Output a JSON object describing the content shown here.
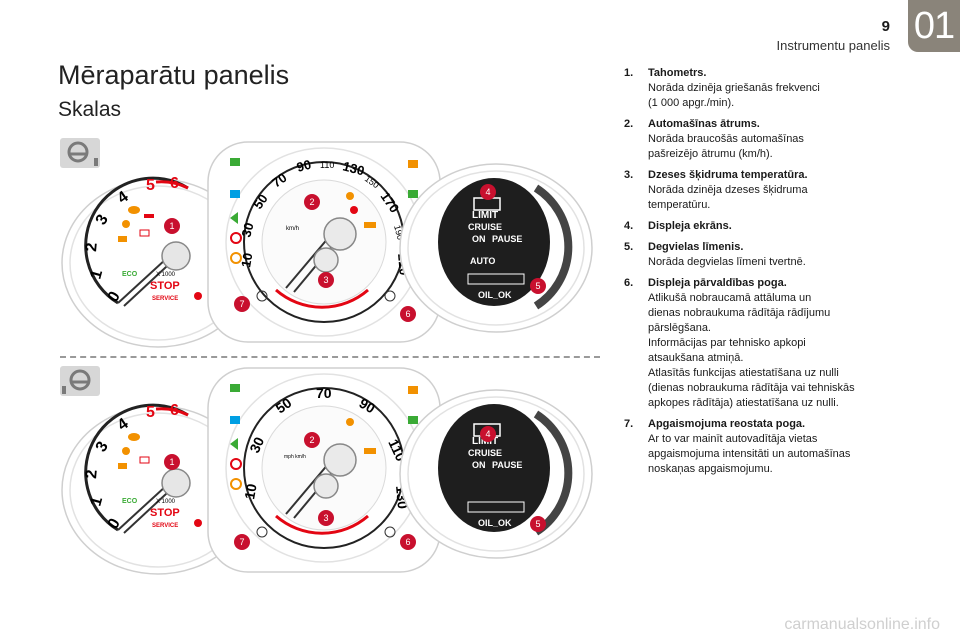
{
  "header": {
    "page_number": "9",
    "section": "Instrumentu panelis",
    "chapter": "01"
  },
  "main": {
    "title": "Mēraparātu panelis",
    "subtitle": "Skalas"
  },
  "legend": [
    {
      "num": "1.",
      "title": "Tahometrs.",
      "desc": "Norāda dzinēja griešanās frekvenci\n(1 000 apgr./min)."
    },
    {
      "num": "2.",
      "title": "Automašīnas ātrums.",
      "desc": "Norāda braucošās automašīnas\npašreizējo ātrumu (km/h)."
    },
    {
      "num": "3.",
      "title": "Dzeses šķidruma temperatūra.",
      "desc": "Norāda dzinēja dzeses šķidruma\ntemperatūru."
    },
    {
      "num": "4.",
      "title": "Displeja ekrāns.",
      "desc": ""
    },
    {
      "num": "5.",
      "title": "Degvielas līmenis.",
      "desc": "Norāda degvielas līmeni tvertnē."
    },
    {
      "num": "6.",
      "title": "Displeja pārvaldības poga.",
      "desc": "Atlikušā nobraucamā attāluma un\ndienas nobraukuma rādītāja rādījumu\npārslēgšana.\nInformācijas par tehnisko apkopi\natsaukšana atmiņā.\nAtlasītās funkcijas atiestatīšana uz nulli\n(dienas nobraukuma rādītāja vai tehniskās\napkopes rādītāja) atiestatīšana uz nulli."
    },
    {
      "num": "7.",
      "title": "Apgaismojuma reostata poga.",
      "desc": "Ar to var mainīt autovadītāja vietas\napgaismojuma intensitāti un automašīnas\nnoskaņas apgaismojumu."
    }
  ],
  "figure_top": {
    "tacho_ticks": [
      "0",
      "1",
      "2",
      "3",
      "4",
      "5",
      "6"
    ],
    "tacho_multiplier": "X 1000",
    "stop_label": "STOP",
    "service_label": "SERVICE",
    "eco_label": "ECO",
    "speed_ticks": [
      "10",
      "30",
      "50",
      "70",
      "90",
      "110",
      "130",
      "150",
      "170",
      "190",
      "210"
    ],
    "speed_unit": "km/h",
    "display_lines": [
      "LIMIT",
      "CRUISE",
      "ON",
      "PAUSE",
      "AUTO",
      "OIL_OK"
    ],
    "callouts": [
      "1",
      "2",
      "3",
      "4",
      "5",
      "6",
      "7"
    ]
  },
  "figure_bottom": {
    "tacho_ticks": [
      "0",
      "1",
      "2",
      "3",
      "4",
      "5",
      "6"
    ],
    "tacho_multiplier": "X 1000",
    "stop_label": "STOP",
    "service_label": "SERVICE",
    "eco_label": "ECO",
    "speed_ticks": [
      "10",
      "30",
      "50",
      "70",
      "90",
      "110",
      "130"
    ],
    "speed_unit": "mph km/h",
    "display_lines": [
      "LIMIT",
      "CRUISE",
      "ON",
      "PAUSE",
      "OIL_OK"
    ],
    "callouts": [
      "1",
      "2",
      "3",
      "4",
      "5",
      "6",
      "7"
    ]
  },
  "watermark": "carmanualsonline.info",
  "colors": {
    "callout": "#c8102e",
    "icon_green": "#3aaa35",
    "icon_orange": "#f29100",
    "icon_red": "#e30613",
    "icon_blue": "#009fe3",
    "chapter_tab": "#8a847a"
  }
}
